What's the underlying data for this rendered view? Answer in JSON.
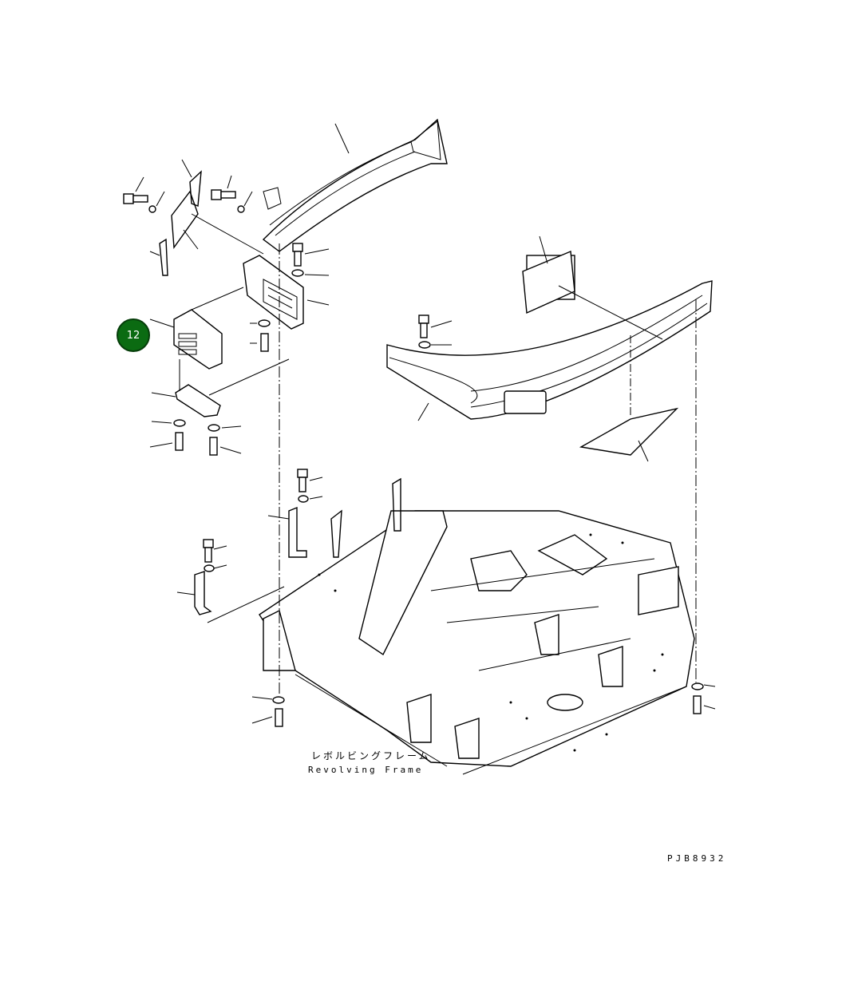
{
  "callout": {
    "number": "12",
    "color": "#0b6b12"
  },
  "caption": {
    "japanese": "レボルビングフレーム",
    "english": "Revolving Frame"
  },
  "drawing_code": "PJB8932"
}
